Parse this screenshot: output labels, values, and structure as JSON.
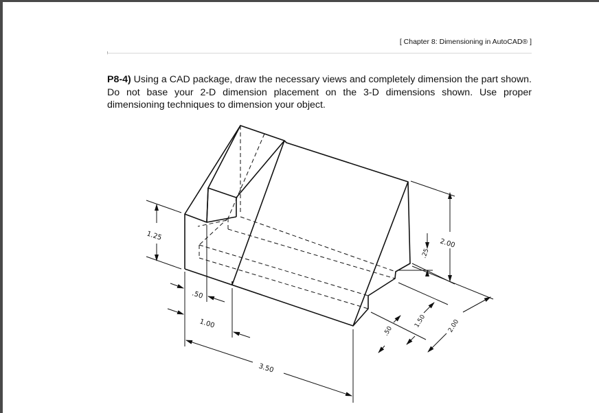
{
  "header": {
    "running_title": "[ Chapter 8:  Dimensioning in AutoCAD® ]"
  },
  "problem": {
    "number": "P8-4)",
    "text": " Using a CAD package, draw the necessary views and completely dimension the part shown.  Do not base your 2-D dimension placement on the 3-D dimensions shown. Use proper dimensioning techniques to dimension your object."
  },
  "figure": {
    "dimensions": {
      "height_left": "1.25",
      "notch_width": ".50",
      "wall_width": "1.00",
      "length": "3.50",
      "height_total": "2.00",
      "slot_depth": ".25",
      "slot_front": ".50",
      "depth_inner": "1.50",
      "depth_total": "2.00"
    }
  }
}
